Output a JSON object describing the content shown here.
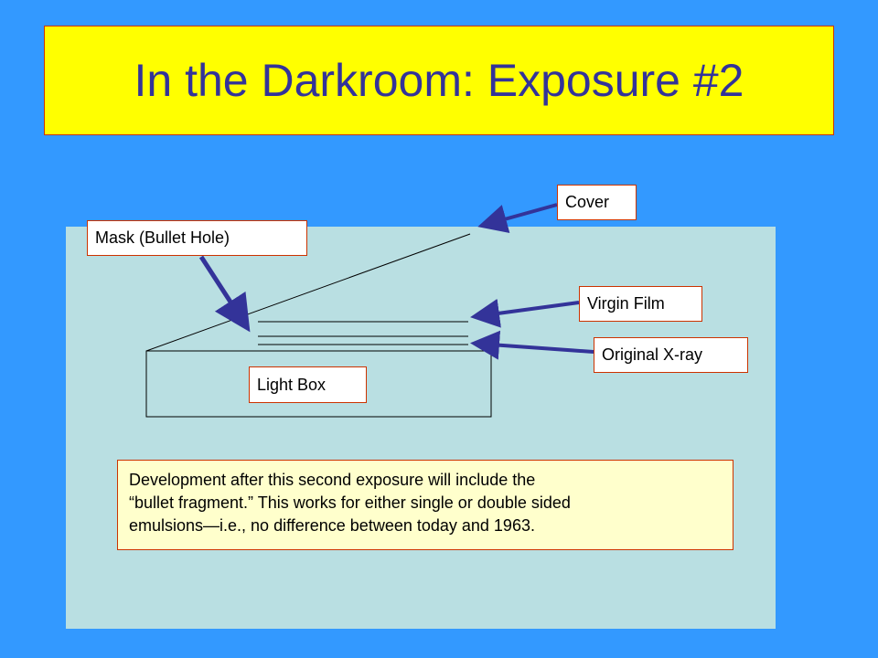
{
  "title": "In the Darkroom: Exposure #2",
  "labels": {
    "cover": "Cover",
    "mask": "Mask (Bullet Hole)",
    "virgin_film": "Virgin Film",
    "original_xray": "Original X-ray",
    "light_box": "Light Box"
  },
  "note": "Development after this second exposure will include the\n“bullet fragment.” This works for either single or double sided\nemulsions—i.e., no difference between today and 1963.",
  "colors": {
    "background": "#3399ff",
    "title_fill": "#ffff00",
    "title_text": "#333399",
    "diagram_fill": "#b9dfe2",
    "arrow": "#333399",
    "callout_border": "#cc3300",
    "note_fill": "#ffffcc"
  }
}
